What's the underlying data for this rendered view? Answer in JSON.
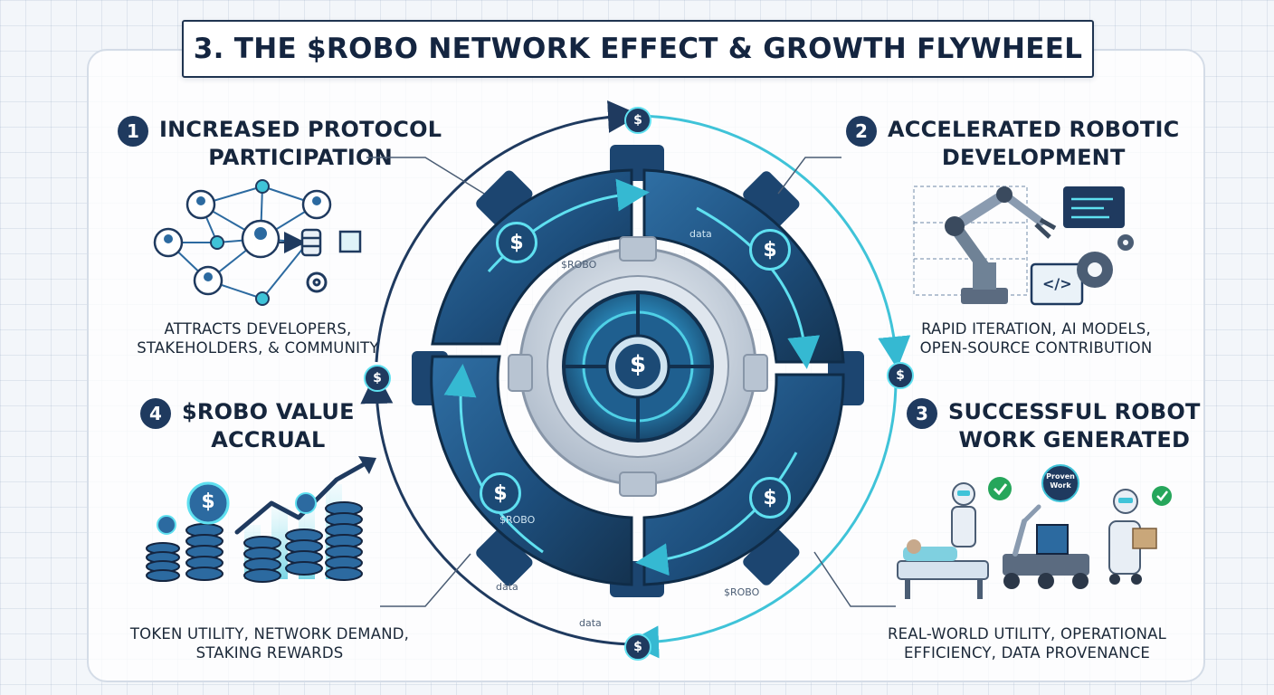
{
  "title": "3. THE $ROBO NETWORK EFFECT & GROWTH FLYWHEEL",
  "steps": [
    {
      "number": "1",
      "title_line1": "INCREASED PROTOCOL",
      "title_line2": "PARTICIPATION",
      "desc_line1": "ATTRACTS DEVELOPERS,",
      "desc_line2": "STAKEHOLDERS, & COMMUNITY"
    },
    {
      "number": "2",
      "title_line1": "ACCELERATED ROBOTIC",
      "title_line2": "DEVELOPMENT",
      "desc_line1": "RAPID ITERATION, AI MODELS,",
      "desc_line2": "OPEN-SOURCE CONTRIBUTION"
    },
    {
      "number": "3",
      "title_line1": "SUCCESSFUL ROBOT",
      "title_line2": "WORK GENERATED",
      "desc_line1": "REAL-WORLD UTILITY, OPERATIONAL",
      "desc_line2": "EFFICIENCY, DATA PROVENANCE"
    },
    {
      "number": "4",
      "title_line1": "$ROBO VALUE",
      "title_line2": "ACCRUAL",
      "desc_line1": "TOKEN UTILITY, NETWORK DEMAND,",
      "desc_line2": "STAKING REWARDS"
    }
  ],
  "wheel": {
    "coin_symbol": "$",
    "labels": {
      "robo_top": "$ROBO",
      "robo_bottom": "$ROBO",
      "robo_br": "$ROBO",
      "data_top": "data",
      "data_bottom": "data",
      "data_left": "data"
    }
  },
  "illustration_labels": {
    "proven_work_line1": "Proven",
    "proven_work_line2": "Work",
    "code_tag": "</>"
  },
  "icons": [
    "network-icon",
    "database-icon",
    "gear-icon",
    "robot-arm-icon",
    "code-window-icon",
    "coin-stack-icon",
    "growth-arrow-icon",
    "hospital-robot-icon",
    "rover-robot-icon",
    "delivery-robot-icon",
    "check-badge-icon"
  ],
  "colors": {
    "navy": "#1f3a5f",
    "dark": "#142540",
    "blue": "#2c6aa0",
    "cyan": "#3fc3d8",
    "teal": "#1aa0b8",
    "check_green": "#26a65b"
  }
}
